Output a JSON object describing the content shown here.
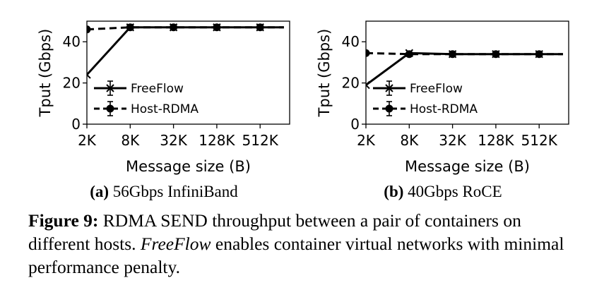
{
  "chart_data": [
    {
      "type": "line",
      "title": "",
      "subcaption_label": "(a)",
      "subcaption_text": "56Gbps InfiniBand",
      "xlabel": "Message size (B)",
      "ylabel": "Tput (Gbps)",
      "categories": [
        "2K",
        "8K",
        "32K",
        "128K",
        "512K"
      ],
      "x_extent": [
        0,
        4.55
      ],
      "ylim": [
        0,
        50
      ],
      "yticks": [
        "0",
        "20",
        "40"
      ],
      "ytick_values": [
        0,
        20,
        40
      ],
      "grid": false,
      "legend_position": "bottom-left",
      "series": [
        {
          "name": "FreeFlow",
          "style": "solid",
          "marker": "x-errorbar",
          "x": [
            0,
            1,
            2,
            3,
            4,
            4.55
          ],
          "values": [
            24,
            47,
            47,
            47,
            47,
            47
          ]
        },
        {
          "name": "Host-RDMA",
          "style": "dashed",
          "marker": "circle-errorbar",
          "x": [
            0,
            1,
            2,
            3,
            4,
            4.55
          ],
          "values": [
            46,
            47,
            47,
            47,
            47,
            47
          ]
        }
      ]
    },
    {
      "type": "line",
      "title": "",
      "subcaption_label": "(b)",
      "subcaption_text": "40Gbps RoCE",
      "xlabel": "Message size (B)",
      "ylabel": "Tput (Gbps)",
      "categories": [
        "2K",
        "8K",
        "32K",
        "128K",
        "512K"
      ],
      "x_extent": [
        0,
        4.55
      ],
      "ylim": [
        0,
        50
      ],
      "yticks": [
        "0",
        "20",
        "40"
      ],
      "ytick_values": [
        0,
        20,
        40
      ],
      "grid": false,
      "legend_position": "bottom-left",
      "series": [
        {
          "name": "FreeFlow",
          "style": "solid",
          "marker": "x-errorbar",
          "x": [
            0,
            1,
            2,
            3,
            4,
            4.55
          ],
          "values": [
            19,
            34.5,
            34,
            34,
            34,
            34
          ]
        },
        {
          "name": "Host-RDMA",
          "style": "dashed",
          "marker": "circle-errorbar",
          "x": [
            0,
            1,
            2,
            3,
            4,
            4.55
          ],
          "values": [
            34.5,
            34,
            34,
            34,
            34,
            34
          ]
        }
      ]
    }
  ],
  "caption": {
    "label": "Figure 9:",
    "text_before": " RDMA SEND throughput between a pair of containers on different hosts. ",
    "app_name": "FreeFlow",
    "text_after": " enables container virtual networks with minimal performance penalty."
  },
  "colors": {
    "series": "#000000",
    "axis": "#000000",
    "background": "#ffffff"
  }
}
